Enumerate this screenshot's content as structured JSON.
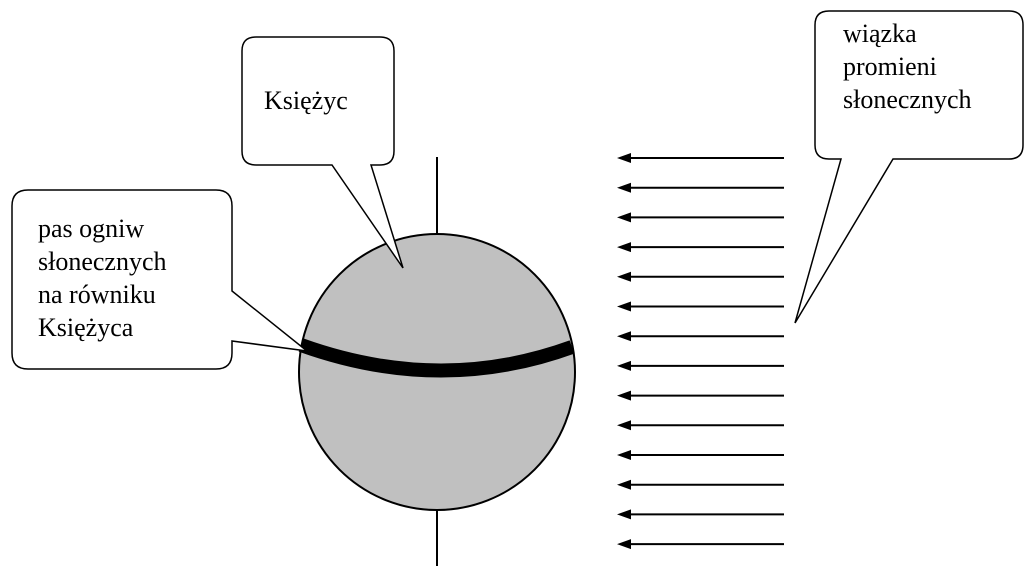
{
  "callouts": {
    "moon": {
      "text": "Księżyc"
    },
    "solar_belt": {
      "text": "pas ogniw\nsłonecznych\nna równiku\nKsiężyca"
    },
    "sunbeam": {
      "text": "wiązka\npromieni\nsłonecznych"
    }
  },
  "colors": {
    "moon_fill": "#c0c0c0",
    "stroke": "#000000",
    "background": "#ffffff"
  },
  "arrow_count": 14
}
